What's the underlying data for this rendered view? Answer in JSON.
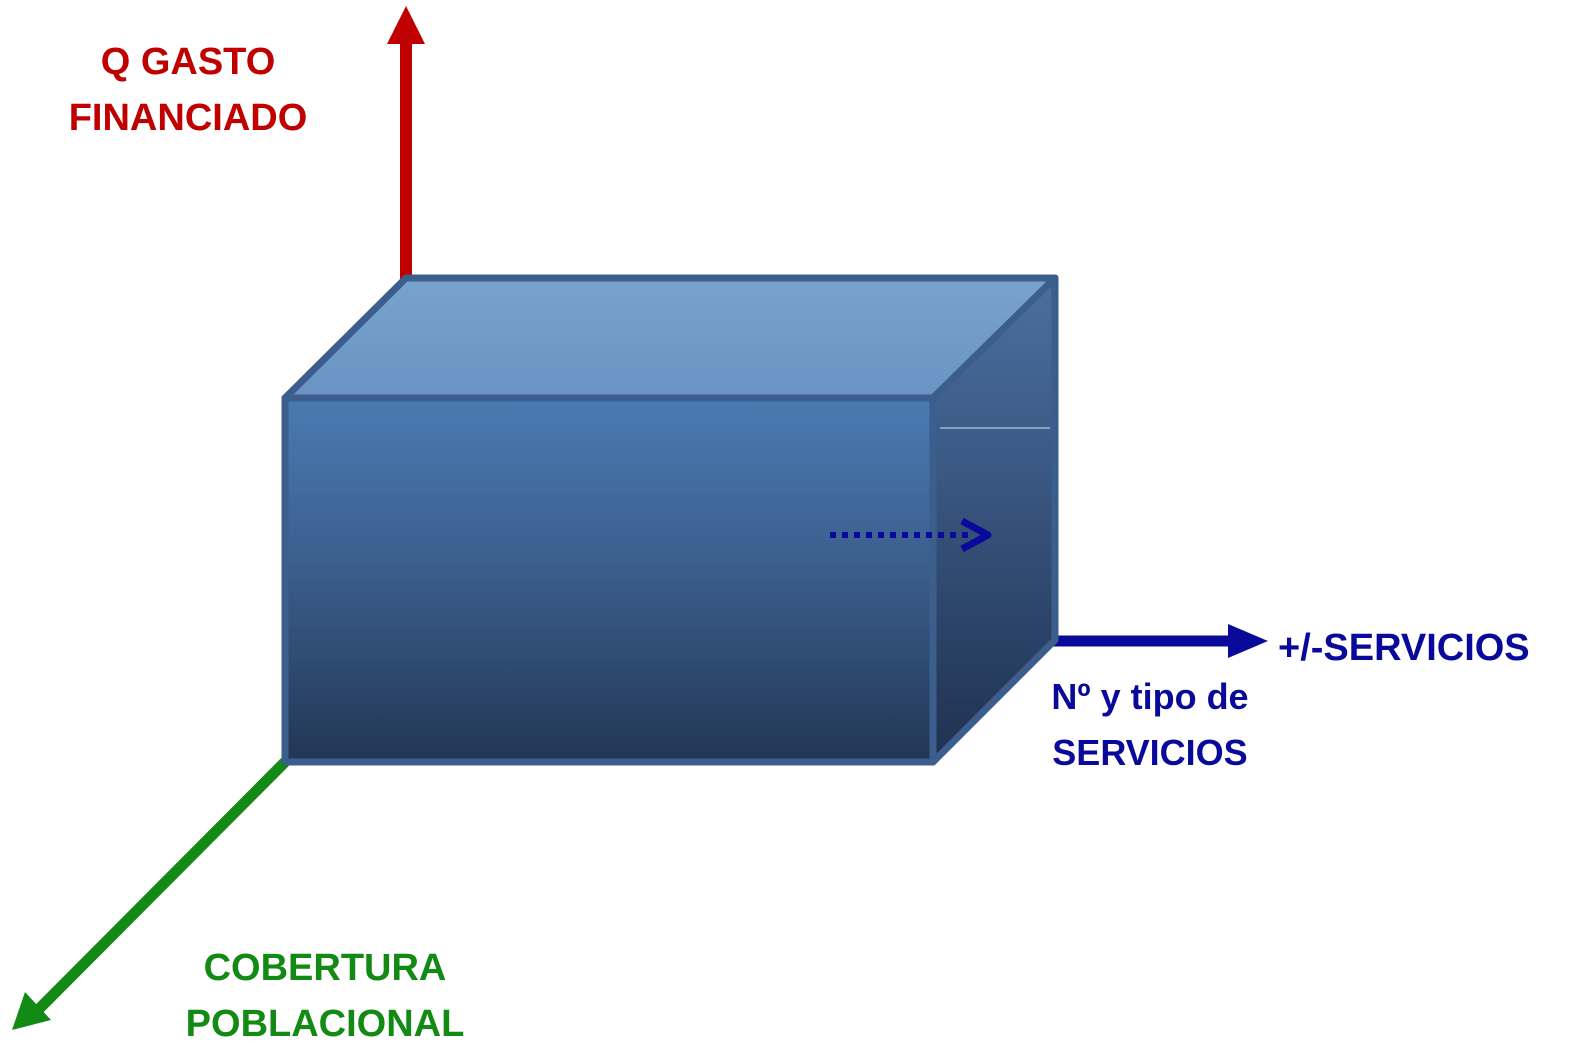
{
  "labels": {
    "y_axis_line1": "Q GASTO",
    "y_axis_line2": "FINANCIADO",
    "z_axis_line1": "COBERTURA",
    "z_axis_line2": "POBLACIONAL",
    "x_axis": "+/-SERVICIOS",
    "x_sub_line1": "Nº y tipo de",
    "x_sub_line2": "SERVICIOS"
  },
  "colors": {
    "y_axis": "#C00000",
    "z_axis": "#138A13",
    "x_axis": "#0A0A9A",
    "box_front_top": "#4A7AB2",
    "box_front_bottom": "#233956",
    "box_top": "#7099C6",
    "box_side_top": "#44679A",
    "box_side_bottom": "#223654",
    "box_edge": "#3B5E8C"
  },
  "icons": {
    "dotted_arrow": "dotted-arrow-right-icon"
  }
}
